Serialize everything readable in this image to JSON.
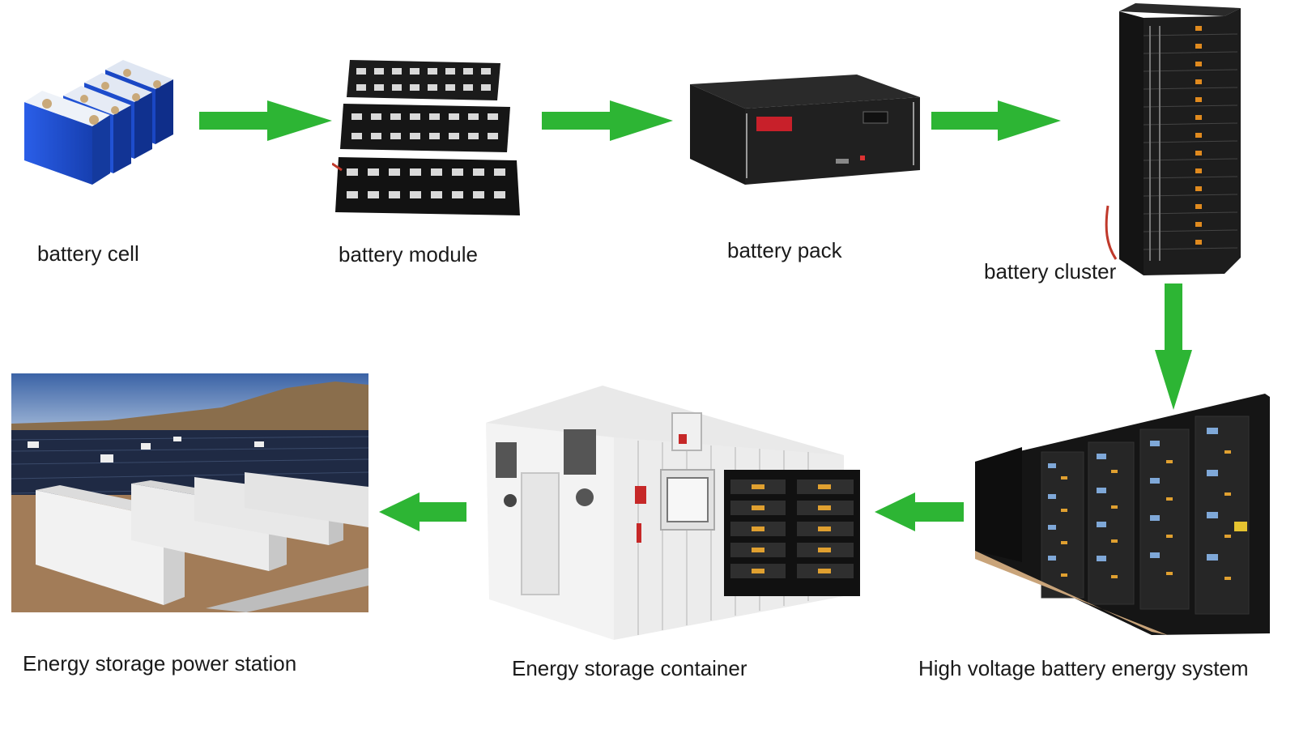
{
  "stages": {
    "cell": {
      "label": "battery cell"
    },
    "module": {
      "label": "battery module"
    },
    "pack": {
      "label": "battery pack"
    },
    "cluster": {
      "label": "battery cluster"
    },
    "hv_system": {
      "label": "High voltage battery energy system"
    },
    "container": {
      "label": "Energy storage container"
    },
    "station": {
      "label": "Energy storage power station"
    }
  },
  "colors": {
    "arrow": "#2db534",
    "cell_blue": "#1f4fd6",
    "rack_black": "#1c1c1c",
    "container_white": "#f2f2f2"
  }
}
